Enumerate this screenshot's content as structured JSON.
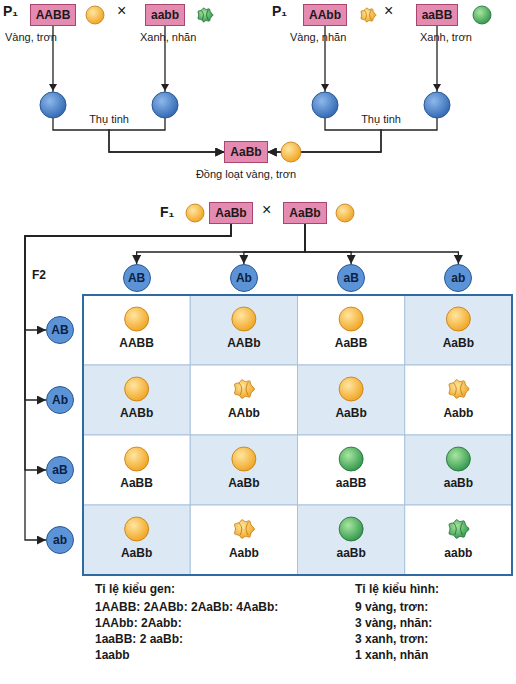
{
  "diagram": {
    "nodes": [
      {
        "text": [
          "AABB"
        ]
      },
      {
        "text": [
          "aabb"
        ]
      },
      {
        "text": [
          "AAbb"
        ]
      },
      {
        "text": [
          "aaBB"
        ]
      },
      {
        "text": [
          "AaBb"
        ]
      },
      {
        "text": [
          "AaBb"
        ]
      },
      {
        "text": [
          "AaBb"
        ]
      },
      {
        "text": [
          "AB"
        ]
      },
      {
        "text": [
          "Ab"
        ]
      },
      {
        "text": [
          "aB"
        ]
      },
      {
        "text": [
          "ab"
        ]
      },
      {
        "text": [
          "AB"
        ]
      },
      {
        "text": [
          "Ab"
        ]
      },
      {
        "text": [
          "aB"
        ]
      },
      {
        "text": [
          "ab"
        ]
      }
    ],
    "edges": [
      {
        "from": 0,
        "to": 4,
        "arrow": "to"
      },
      {
        "from": 1,
        "to": 4,
        "arrow": "to"
      },
      {
        "from": 2,
        "to": 4,
        "arrow": "to"
      },
      {
        "from": 3,
        "to": 4,
        "arrow": "to"
      },
      {
        "from": 5,
        "to": 11,
        "arrow": "to"
      },
      {
        "from": 5,
        "to": 12,
        "arrow": "to"
      },
      {
        "from": 5,
        "to": 13,
        "arrow": "to"
      },
      {
        "from": 5,
        "to": 14,
        "arrow": "to"
      },
      {
        "from": 6,
        "to": 7,
        "arrow": "to"
      },
      {
        "from": 6,
        "to": 8,
        "arrow": "to"
      },
      {
        "from": 6,
        "to": 9,
        "arrow": "to"
      },
      {
        "from": 6,
        "to": 10,
        "arrow": "to"
      }
    ],
    "labels": [
      "P₁",
      "×",
      "Vàng, trơn",
      "Xanh, nhăn",
      "P₁",
      "×",
      "Vàng, nhăn",
      "Xanh, trơn",
      "Thụ tinh",
      "Thụ tinh",
      "Đồng loạt vàng, trơn",
      "F₁",
      "×",
      "F2",
      "AABB",
      "AABb",
      "AaBB",
      "AaBb",
      "AABb",
      "AAbb",
      "AaBb",
      "Aabb",
      "AaBB",
      "AaBb",
      "aaBB",
      "aaBb",
      "AaBb",
      "Aabb",
      "aaBb",
      "aabb",
      "Tỉ lệ kiểu gen:",
      "1AABB: 2AABb: 2AaBb: 4AaBb:",
      "1AAbb: 2Aabb:",
      "1aaBB: 2 aaBb:",
      "1aabb",
      "Tỉ lệ kiểu hình:",
      "9 vàng, trơn:",
      "3 vàng, nhăn:",
      "3 xanh, trơn:",
      "1 xanh, nhăn"
    ]
  }
}
